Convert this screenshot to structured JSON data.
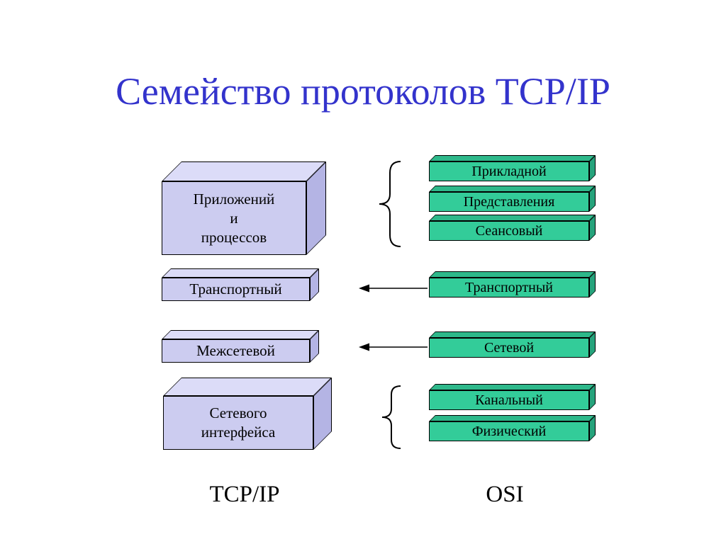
{
  "title": "Семейство протоколов TCP/IP",
  "tcpip": {
    "column_label": "TCP/IP",
    "layers": [
      {
        "name": "applications-and-processes",
        "lines": [
          "Приложений",
          "и",
          "процессов"
        ]
      },
      {
        "name": "transport",
        "lines": [
          "Транспортный"
        ]
      },
      {
        "name": "internet",
        "lines": [
          "Межсетевой"
        ]
      },
      {
        "name": "network-interface",
        "lines": [
          "Сетевого",
          "интерфейса"
        ]
      }
    ]
  },
  "osi": {
    "column_label": "OSI",
    "layers": [
      {
        "label": "Прикладной"
      },
      {
        "label": "Представления"
      },
      {
        "label": "Сеансовый"
      },
      {
        "label": "Транспортный"
      },
      {
        "label": "Сетевой"
      },
      {
        "label": "Канальный"
      },
      {
        "label": "Физический"
      }
    ]
  },
  "colors": {
    "title_color": "#3333cc",
    "outline": "#000000",
    "tcp_front": "#ccccf0",
    "tcp_top": "#dcdcf8",
    "tcp_side": "#b4b4e4",
    "osi_front": "#33cc99",
    "osi_top": "#2eb88a",
    "osi_side": "#26a37c"
  }
}
